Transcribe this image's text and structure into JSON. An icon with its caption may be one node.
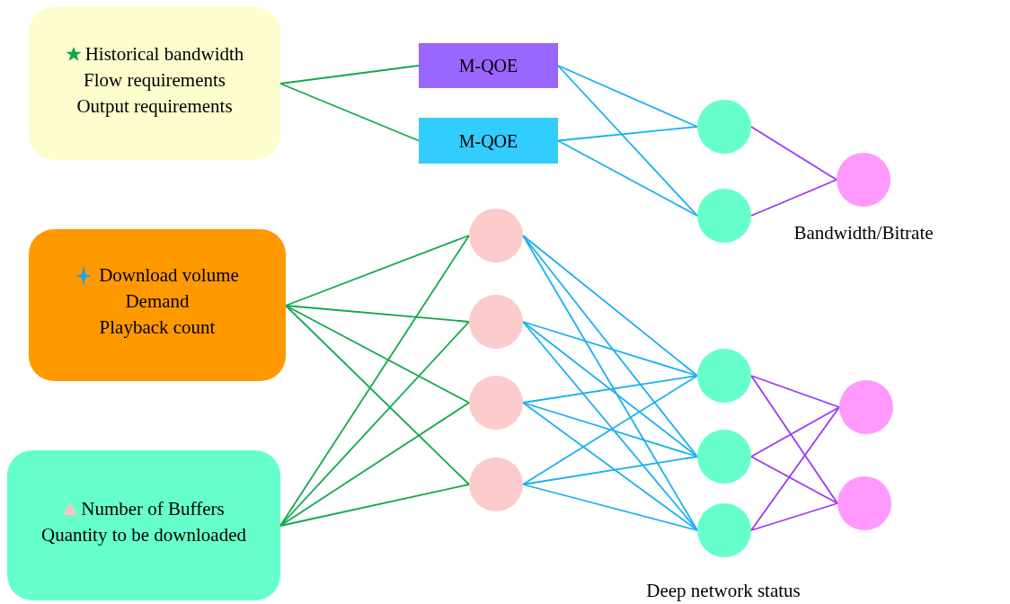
{
  "diagram": {
    "nodes": [
      {
        "text": [
          "Historical bandwidth",
          "Flow requirements",
          "Output requirements"
        ]
      },
      {
        "text": [
          "M-QOE"
        ]
      },
      {
        "text": [
          "M-QOE"
        ]
      },
      {
        "text": [],
        "shape": "circle"
      },
      {
        "text": [],
        "shape": "circle"
      },
      {
        "text": [],
        "shape": "circle",
        "beside": [
          "Bandwidth/Bitrate"
        ]
      },
      {
        "text": [
          "Download volume",
          "Demand",
          "Playback count"
        ]
      },
      {
        "text": [
          "Number of Buffers",
          "Quantity to be downloaded"
        ]
      },
      {
        "text": [],
        "shape": "circle"
      },
      {
        "text": [],
        "shape": "circle"
      },
      {
        "text": [],
        "shape": "circle"
      },
      {
        "text": [],
        "shape": "circle"
      },
      {
        "text": [],
        "shape": "circle"
      },
      {
        "text": [],
        "shape": "circle"
      },
      {
        "text": [],
        "shape": "circle"
      },
      {
        "text": [],
        "shape": "circle"
      },
      {
        "text": [],
        "shape": "circle"
      }
    ],
    "edges": [
      {
        "from": 0,
        "to": 1,
        "arrow": "none",
        "color": "#12a84f"
      },
      {
        "from": 0,
        "to": 2,
        "arrow": "none",
        "color": "#12a84f"
      },
      {
        "from": 1,
        "to": 3,
        "arrow": "none"
      },
      {
        "from": 1,
        "to": 4,
        "arrow": "none"
      },
      {
        "from": 2,
        "to": 3,
        "arrow": "none"
      },
      {
        "from": 2,
        "to": 4,
        "arrow": "none"
      },
      {
        "from": 3,
        "to": 5,
        "arrow": "none",
        "color": "#9b38f5"
      },
      {
        "from": 4,
        "to": 5,
        "arrow": "none",
        "color": "#9b38f5"
      },
      {
        "from": 6,
        "to": 8,
        "arrow": "none",
        "color": "#12a84f"
      },
      {
        "from": 6,
        "to": 9,
        "arrow": "none",
        "color": "#12a84f"
      },
      {
        "from": 6,
        "to": 10,
        "arrow": "none",
        "color": "#12a84f"
      },
      {
        "from": 6,
        "to": 11,
        "arrow": "none",
        "color": "#12a84f"
      },
      {
        "from": 7,
        "to": 8,
        "arrow": "none",
        "color": "#12a84f"
      },
      {
        "from": 7,
        "to": 9,
        "arrow": "none",
        "color": "#12a84f"
      },
      {
        "from": 7,
        "to": 10,
        "arrow": "none",
        "color": "#12a84f"
      },
      {
        "from": 7,
        "to": 11,
        "arrow": "none",
        "color": "#12a84f"
      },
      {
        "from": 8,
        "to": 12,
        "arrow": "none"
      },
      {
        "from": 8,
        "to": 13,
        "arrow": "none"
      },
      {
        "from": 8,
        "to": 14,
        "arrow": "none"
      },
      {
        "from": 9,
        "to": 12,
        "arrow": "none"
      },
      {
        "from": 9,
        "to": 13,
        "arrow": "none"
      },
      {
        "from": 9,
        "to": 14,
        "arrow": "none"
      },
      {
        "from": 10,
        "to": 12,
        "arrow": "none"
      },
      {
        "from": 10,
        "to": 13,
        "arrow": "none"
      },
      {
        "from": 10,
        "to": 14,
        "arrow": "none"
      },
      {
        "from": 11,
        "to": 12,
        "arrow": "none"
      },
      {
        "from": 11,
        "to": 13,
        "arrow": "none"
      },
      {
        "from": 11,
        "to": 14,
        "arrow": "none"
      },
      {
        "from": 12,
        "to": 15,
        "arrow": "none",
        "color": "#9b38f5"
      },
      {
        "from": 12,
        "to": 16,
        "arrow": "none",
        "color": "#9b38f5"
      },
      {
        "from": 13,
        "to": 15,
        "arrow": "none",
        "color": "#9b38f5"
      },
      {
        "from": 13,
        "to": 16,
        "arrow": "none",
        "color": "#9b38f5"
      },
      {
        "from": 14,
        "to": 15,
        "arrow": "none",
        "color": "#9b38f5"
      },
      {
        "from": 14,
        "to": 16,
        "arrow": "none",
        "color": "#9b38f5"
      }
    ],
    "labels": [
      "Deep network status"
    ]
  }
}
